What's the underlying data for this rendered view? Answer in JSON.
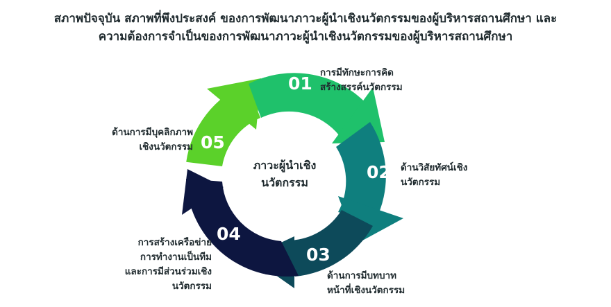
{
  "title": {
    "line1": "สภาพปัจจุบัน สภาพที่พึงประสงค์ ของการพัฒนาภาวะผู้นำเชิงนวัตกรรมของผู้บริหารสถานศึกษา และ",
    "line2": "ความต้องการจำเป็นของการพัฒนาภาวะผู้นำเชิงนวัตกรรมของผู้บริหารสถานศึกษา"
  },
  "center": {
    "line1": "ภาวะผู้นำเชิง",
    "line2": "นวัตกรรม"
  },
  "segments": [
    {
      "number": "01",
      "line1": "การมีทักษะการคิด",
      "line2": "สร้างสรรค์นวัตกรรม",
      "color": "#1fc16b"
    },
    {
      "number": "02",
      "line1": "ด้านวิสัยทัศน์เชิง",
      "line2": "นวัตกรรม",
      "color": "#0f7f7e"
    },
    {
      "number": "03",
      "line1": "ด้านการมีบทบาท",
      "line2": "หน้าที่เชิงนวัตกรรม",
      "color": "#0d4a5a"
    },
    {
      "number": "04",
      "line1": "การสร้างเครือข่าย",
      "line2": "การทำงานเป็นทีม",
      "line3": "และการมีส่วนร่วมเชิง",
      "line4": "นวัตกรรม",
      "color": "#0d1640"
    },
    {
      "number": "05",
      "line1": "ด้านการมีบุคลิกภาพ",
      "line2": "เชิงนวัตกรรม",
      "color": "#5bd12a"
    }
  ]
}
